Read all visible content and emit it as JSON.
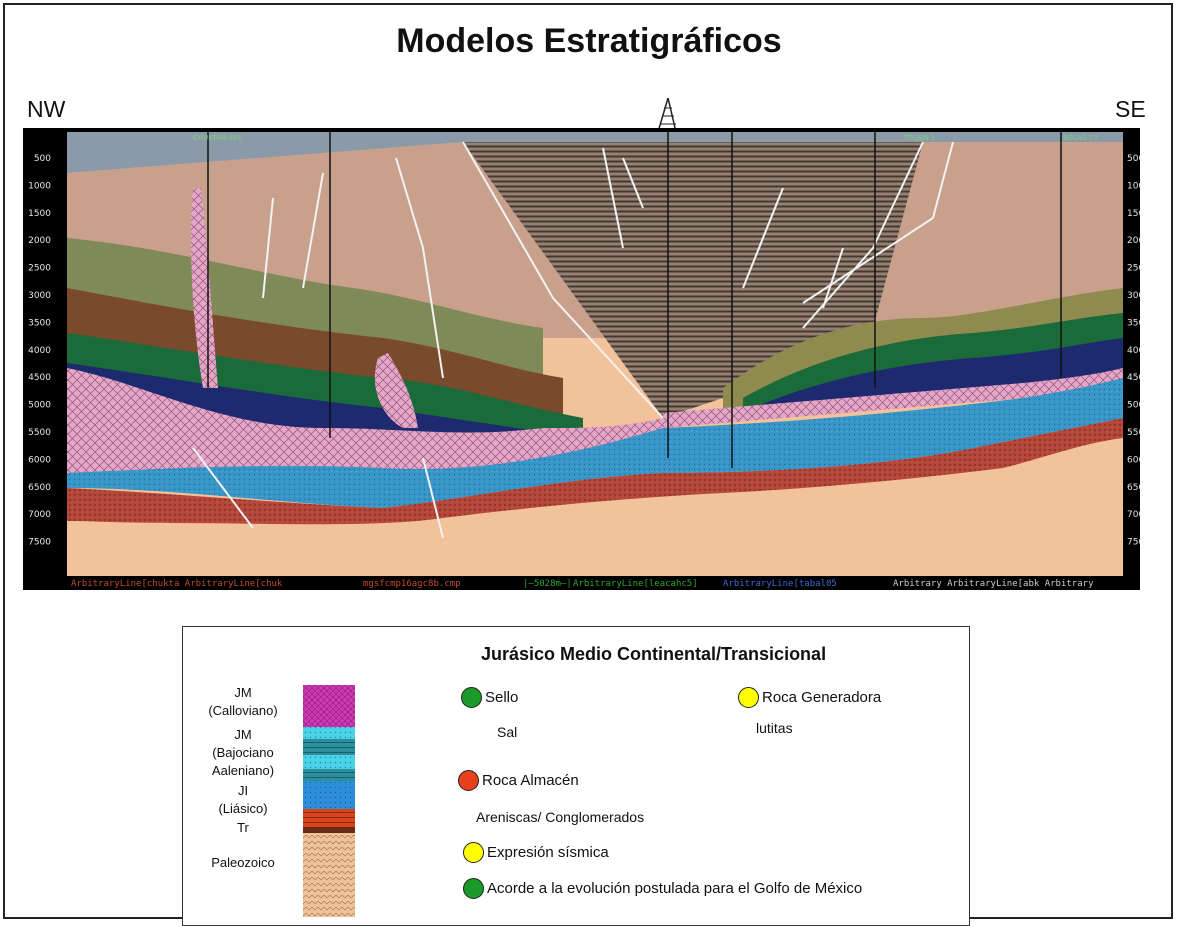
{
  "title": "Modelos Estratigráficos",
  "direction": {
    "left": "NW",
    "right": "SE"
  },
  "section": {
    "depth_ticks": [
      "500",
      "1000",
      "1500",
      "2000",
      "2500",
      "3000",
      "3500",
      "4000",
      "4500",
      "5000",
      "5500",
      "6000",
      "6500",
      "7000",
      "7500"
    ],
    "bottom_labels": [
      "ArbitraryLine[chukta ArbitraryLine[chuk",
      "mgsfcmp16agc8b.cmp",
      "|—5028m—|",
      "ArbitraryLine[leacahc5]",
      "ArbitraryLine[tabal05",
      "Arbitrary ArbitraryLine[abk Arbitrary"
    ],
    "well_labels": [
      "CHUKTAH-301",
      "TOLJEN-1",
      "BOLAS-77"
    ],
    "colors": {
      "overburden": "#c8a08c",
      "salt": "#e7a5c7",
      "reservoir": "#3795c8",
      "redbeds": "#b5473a",
      "basement": "#f2c29a",
      "seismic_dark": "#6f5d52"
    }
  },
  "legend": {
    "title": "Jurásico Medio Continental/Transicional",
    "column_labels": [
      "JM",
      "(Calloviano)",
      "JM",
      "(Bajociano",
      "Aaleniano)",
      "JI",
      "(Liásico)",
      "Tr",
      "Paleozoico"
    ],
    "items": [
      {
        "label": "Sello",
        "sub": "Sal",
        "color": "#1a9a2a"
      },
      {
        "label": "Roca Generadora",
        "sub": "lutitas",
        "color": "#ffff00"
      },
      {
        "label": "Roca Almacén",
        "sub": "Areniscas/ Conglomerados",
        "color": "#e8401c"
      },
      {
        "label": "Expresión sísmica",
        "color": "#ffff00"
      },
      {
        "label": "Acorde a la evolución postulada para el Golfo de México",
        "color": "#1a9a2a"
      }
    ]
  }
}
